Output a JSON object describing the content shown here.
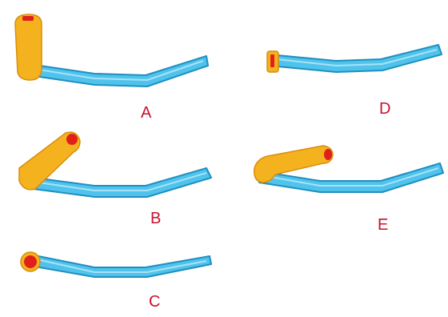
{
  "colors": {
    "vessel_fill": "#4fc3ec",
    "vessel_stroke": "#1e8fc0",
    "vessel_stripe": "#a8e2f7",
    "tube_fill": "#f5b21f",
    "tube_stroke": "#d98d0b",
    "tip_marker": "#e0201b",
    "label_color": "#c8102e"
  },
  "panels": [
    {
      "label": "A",
      "tube_orientation": "perpendicular-vertical"
    },
    {
      "label": "B",
      "tube_orientation": "angled"
    },
    {
      "label": "C",
      "tube_orientation": "none-tip-only"
    },
    {
      "label": "D",
      "tube_orientation": "coaxial-short"
    },
    {
      "label": "E",
      "tube_orientation": "nearly-horizontal"
    }
  ]
}
